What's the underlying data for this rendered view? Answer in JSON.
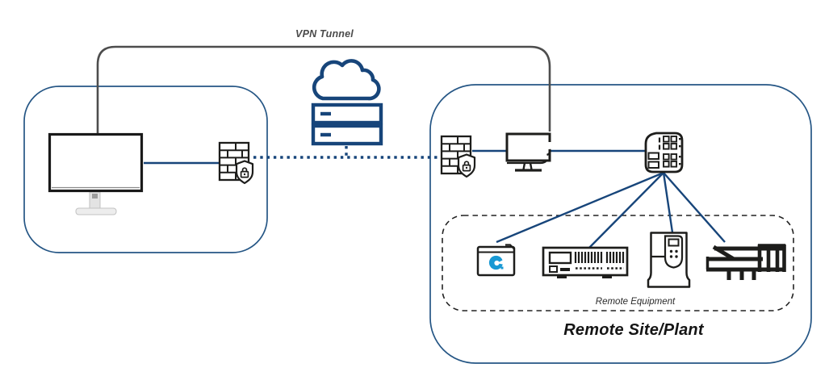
{
  "labels": {
    "vpn_tunnel": "VPN Tunnel",
    "remote_equipment": "Remote Equipment",
    "remote_site_plant": "Remote Site/Plant"
  },
  "colors": {
    "link_blue": "#17457A",
    "container_border_blue": "#255685",
    "icon_outline_black": "#1D1D1B",
    "vpn_line_gray": "#4D4D4D",
    "hmi_logo_cyan": "#1899D4",
    "monitor_stand_gray": "#DCDCDC",
    "background": "#FFFFFF"
  },
  "containers": [
    {
      "id": "local-site",
      "style": "solid-blue-rounded",
      "label": ""
    },
    {
      "id": "remote-site",
      "style": "solid-blue-rounded",
      "label": "Remote Site/Plant"
    },
    {
      "id": "remote-equipment-zone",
      "style": "dashed-black-rounded",
      "label": "Remote Equipment"
    }
  ],
  "nodes": [
    {
      "id": "engineering-workstation",
      "icon": "desktop-monitor-icon",
      "container": "local-site"
    },
    {
      "id": "local-firewall",
      "icon": "firewall-lock-icon",
      "container": "local-site"
    },
    {
      "id": "wan-cloud-server",
      "icon": "cloud-server-icon",
      "container": "wan"
    },
    {
      "id": "remote-firewall",
      "icon": "firewall-lock-icon",
      "container": "remote-site"
    },
    {
      "id": "remote-workstation",
      "icon": "monitor-icon",
      "container": "remote-site"
    },
    {
      "id": "remote-io-controller",
      "icon": "plc-io-icon",
      "container": "remote-site"
    },
    {
      "id": "hmi-panel",
      "icon": "hmi-panel-icon",
      "container": "remote-equipment-zone"
    },
    {
      "id": "controller-rack",
      "icon": "rack-controller-icon",
      "container": "remote-equipment-zone"
    },
    {
      "id": "variable-speed-drive",
      "icon": "vfd-drive-icon",
      "container": "remote-equipment-zone"
    },
    {
      "id": "machine-equipment",
      "icon": "machine-line-icon",
      "container": "remote-equipment-zone"
    }
  ],
  "connections": [
    {
      "from": "engineering-workstation",
      "to": "remote-workstation",
      "label": "VPN Tunnel",
      "style": "solid-gray-curve"
    },
    {
      "from": "engineering-workstation",
      "to": "local-firewall",
      "style": "solid-blue"
    },
    {
      "from": "local-firewall",
      "to": "remote-firewall",
      "via": "wan-cloud-server",
      "style": "dotted-blue"
    },
    {
      "from": "remote-firewall",
      "to": "remote-workstation",
      "style": "solid-blue"
    },
    {
      "from": "remote-workstation",
      "to": "remote-io-controller",
      "style": "solid-blue"
    },
    {
      "from": "remote-io-controller",
      "to": "hmi-panel",
      "style": "solid-blue"
    },
    {
      "from": "remote-io-controller",
      "to": "controller-rack",
      "style": "solid-blue"
    },
    {
      "from": "remote-io-controller",
      "to": "variable-speed-drive",
      "style": "solid-blue"
    },
    {
      "from": "remote-io-controller",
      "to": "machine-equipment",
      "style": "solid-blue"
    }
  ]
}
